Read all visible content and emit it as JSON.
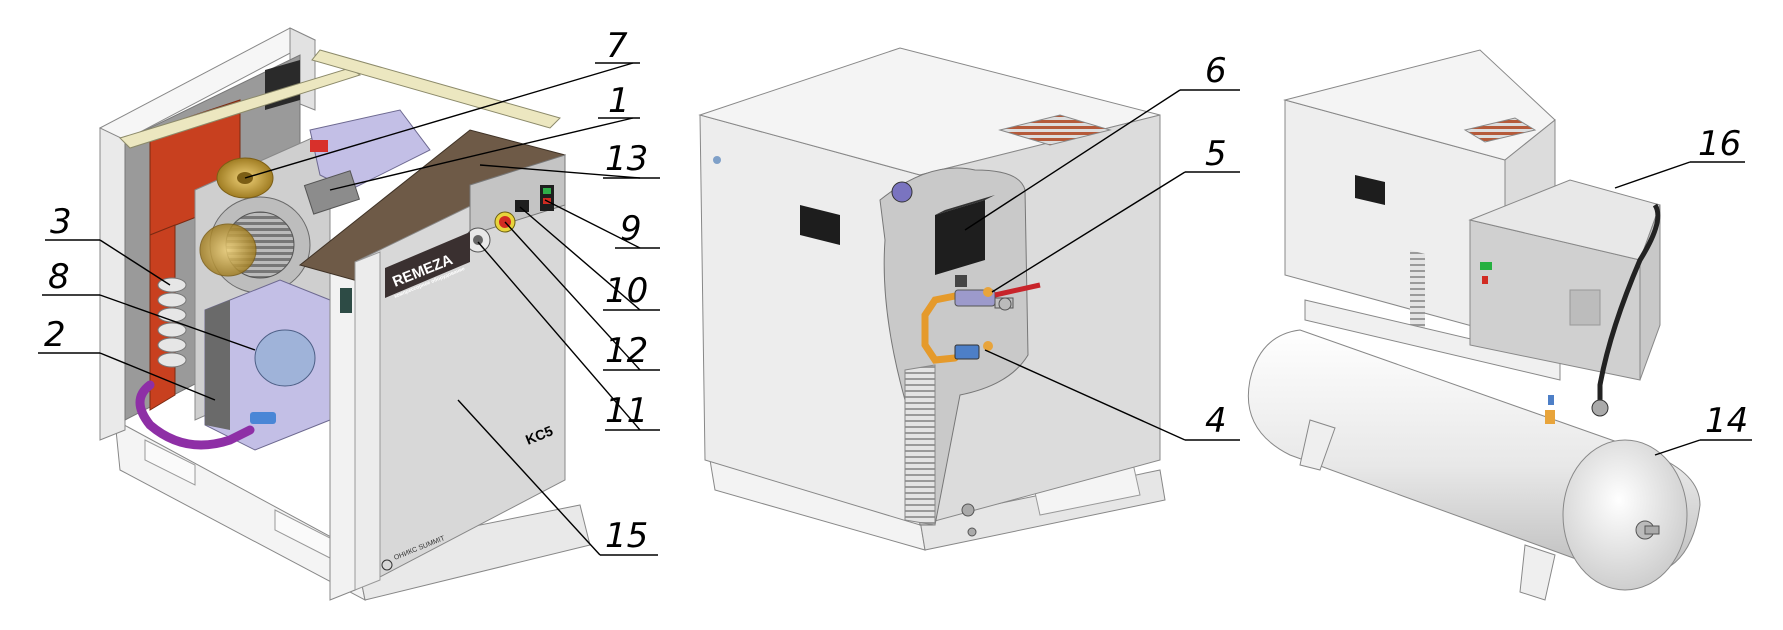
{
  "diagram": {
    "brand": "REMEZA",
    "brand_sub": "компрессорное оборудование",
    "model": "KC5",
    "maker_mark": "ОНИКС SUMMIT",
    "callouts": [
      "7",
      "1",
      "13",
      "3",
      "8",
      "2",
      "9",
      "10",
      "12",
      "11",
      "15",
      "6",
      "5",
      "4",
      "16",
      "14"
    ]
  },
  "colors": {
    "panel": "#d8d8d8",
    "panel_light": "#ececec",
    "frame": "#f2f2f2",
    "brown_top": "#6e5a47",
    "red_panel": "#c8401f",
    "lavender": "#c3bfe6",
    "purple_hose": "#8e2fa6",
    "brand_bar": "#3a3030",
    "copper": "#d79a35",
    "tank": "#ebebeb"
  }
}
